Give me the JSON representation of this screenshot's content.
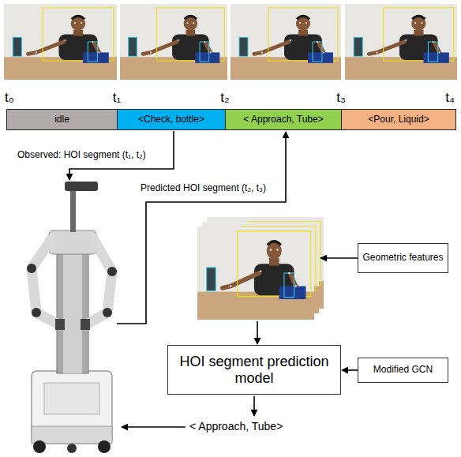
{
  "diagram": {
    "nodes": [
      {
        "text": [
          "idle"
        ]
      },
      {
        "text": [
          "<Check, bottle>"
        ]
      },
      {
        "text": [
          "< Approach, Tube>"
        ]
      },
      {
        "text": [
          "<Pour, Liquid>"
        ]
      },
      {
        "text": [
          "Geometric features"
        ]
      },
      {
        "text": [
          "HOI segment prediction model"
        ]
      },
      {
        "text": [
          "Modified GCN"
        ]
      }
    ],
    "edges": [
      {
        "from": 6,
        "to": 5,
        "arrow": "to"
      }
    ],
    "labels": [
      "t₀",
      "t₁",
      "t₂",
      "t₃",
      "t₄",
      "Observed: HOI segment (t₁, t₂)",
      "Predicted HOI segment (t₂, t₃)",
      "< Approach, Tube>"
    ]
  }
}
